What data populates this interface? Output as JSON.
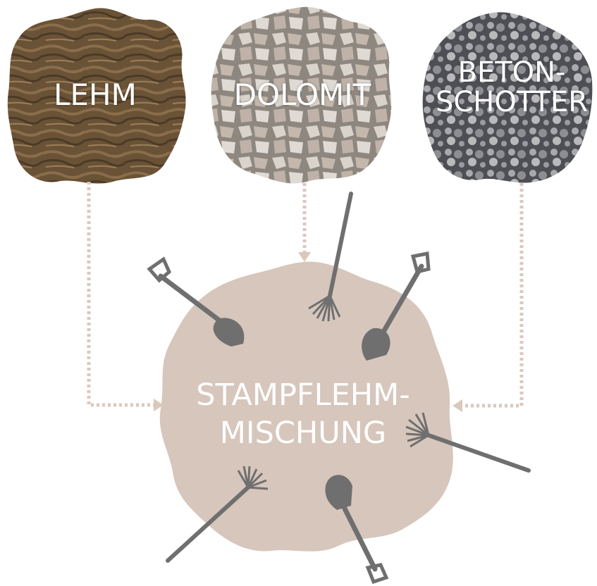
{
  "inputs": [
    {
      "label": "LEHM"
    },
    {
      "label": "DOLOMIT"
    },
    {
      "label_lines": [
        "BETON-",
        "SCHOTTER"
      ]
    }
  ],
  "result": {
    "label_lines": [
      "STAMPFLEHM-",
      "MISCHUNG"
    ]
  },
  "colors": {
    "blob": "#d6c6bc",
    "arrow": "#dbc8bd",
    "tool": "#6f6f6f",
    "lehm": "#6a5236",
    "dolomit": "#bdb5ad",
    "beton": "#7b7c80"
  }
}
